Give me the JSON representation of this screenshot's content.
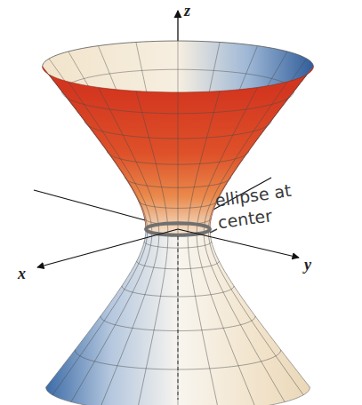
{
  "diagram": {
    "labels": [
      "z",
      "x",
      "y",
      "ellipse at center"
    ]
  }
}
